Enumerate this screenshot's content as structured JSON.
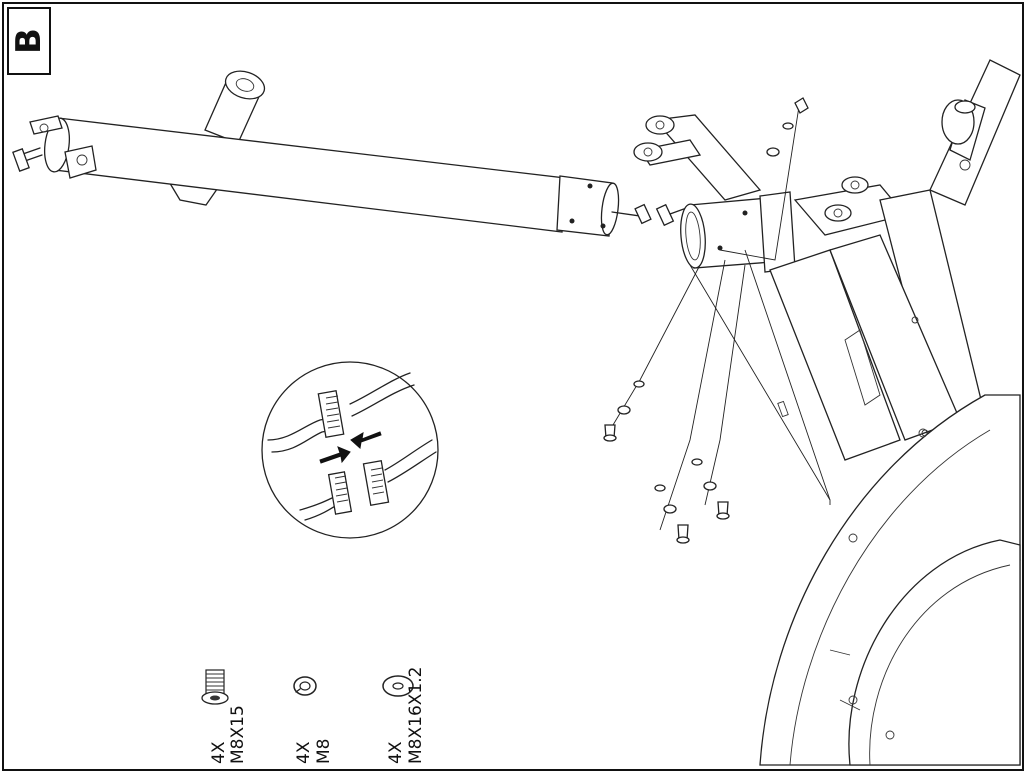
{
  "step": {
    "label": "B"
  },
  "hardware": [
    {
      "qty": "4X",
      "spec": "M8X15",
      "icon": "bolt-icon"
    },
    {
      "qty": "4X",
      "spec": "M8",
      "icon": "spring-washer-icon"
    },
    {
      "qty": "4X",
      "spec": "M8X16X1.2",
      "icon": "flat-washer-icon"
    }
  ],
  "colors": {
    "line": "#222222",
    "background": "#ffffff",
    "border": "#111111"
  }
}
